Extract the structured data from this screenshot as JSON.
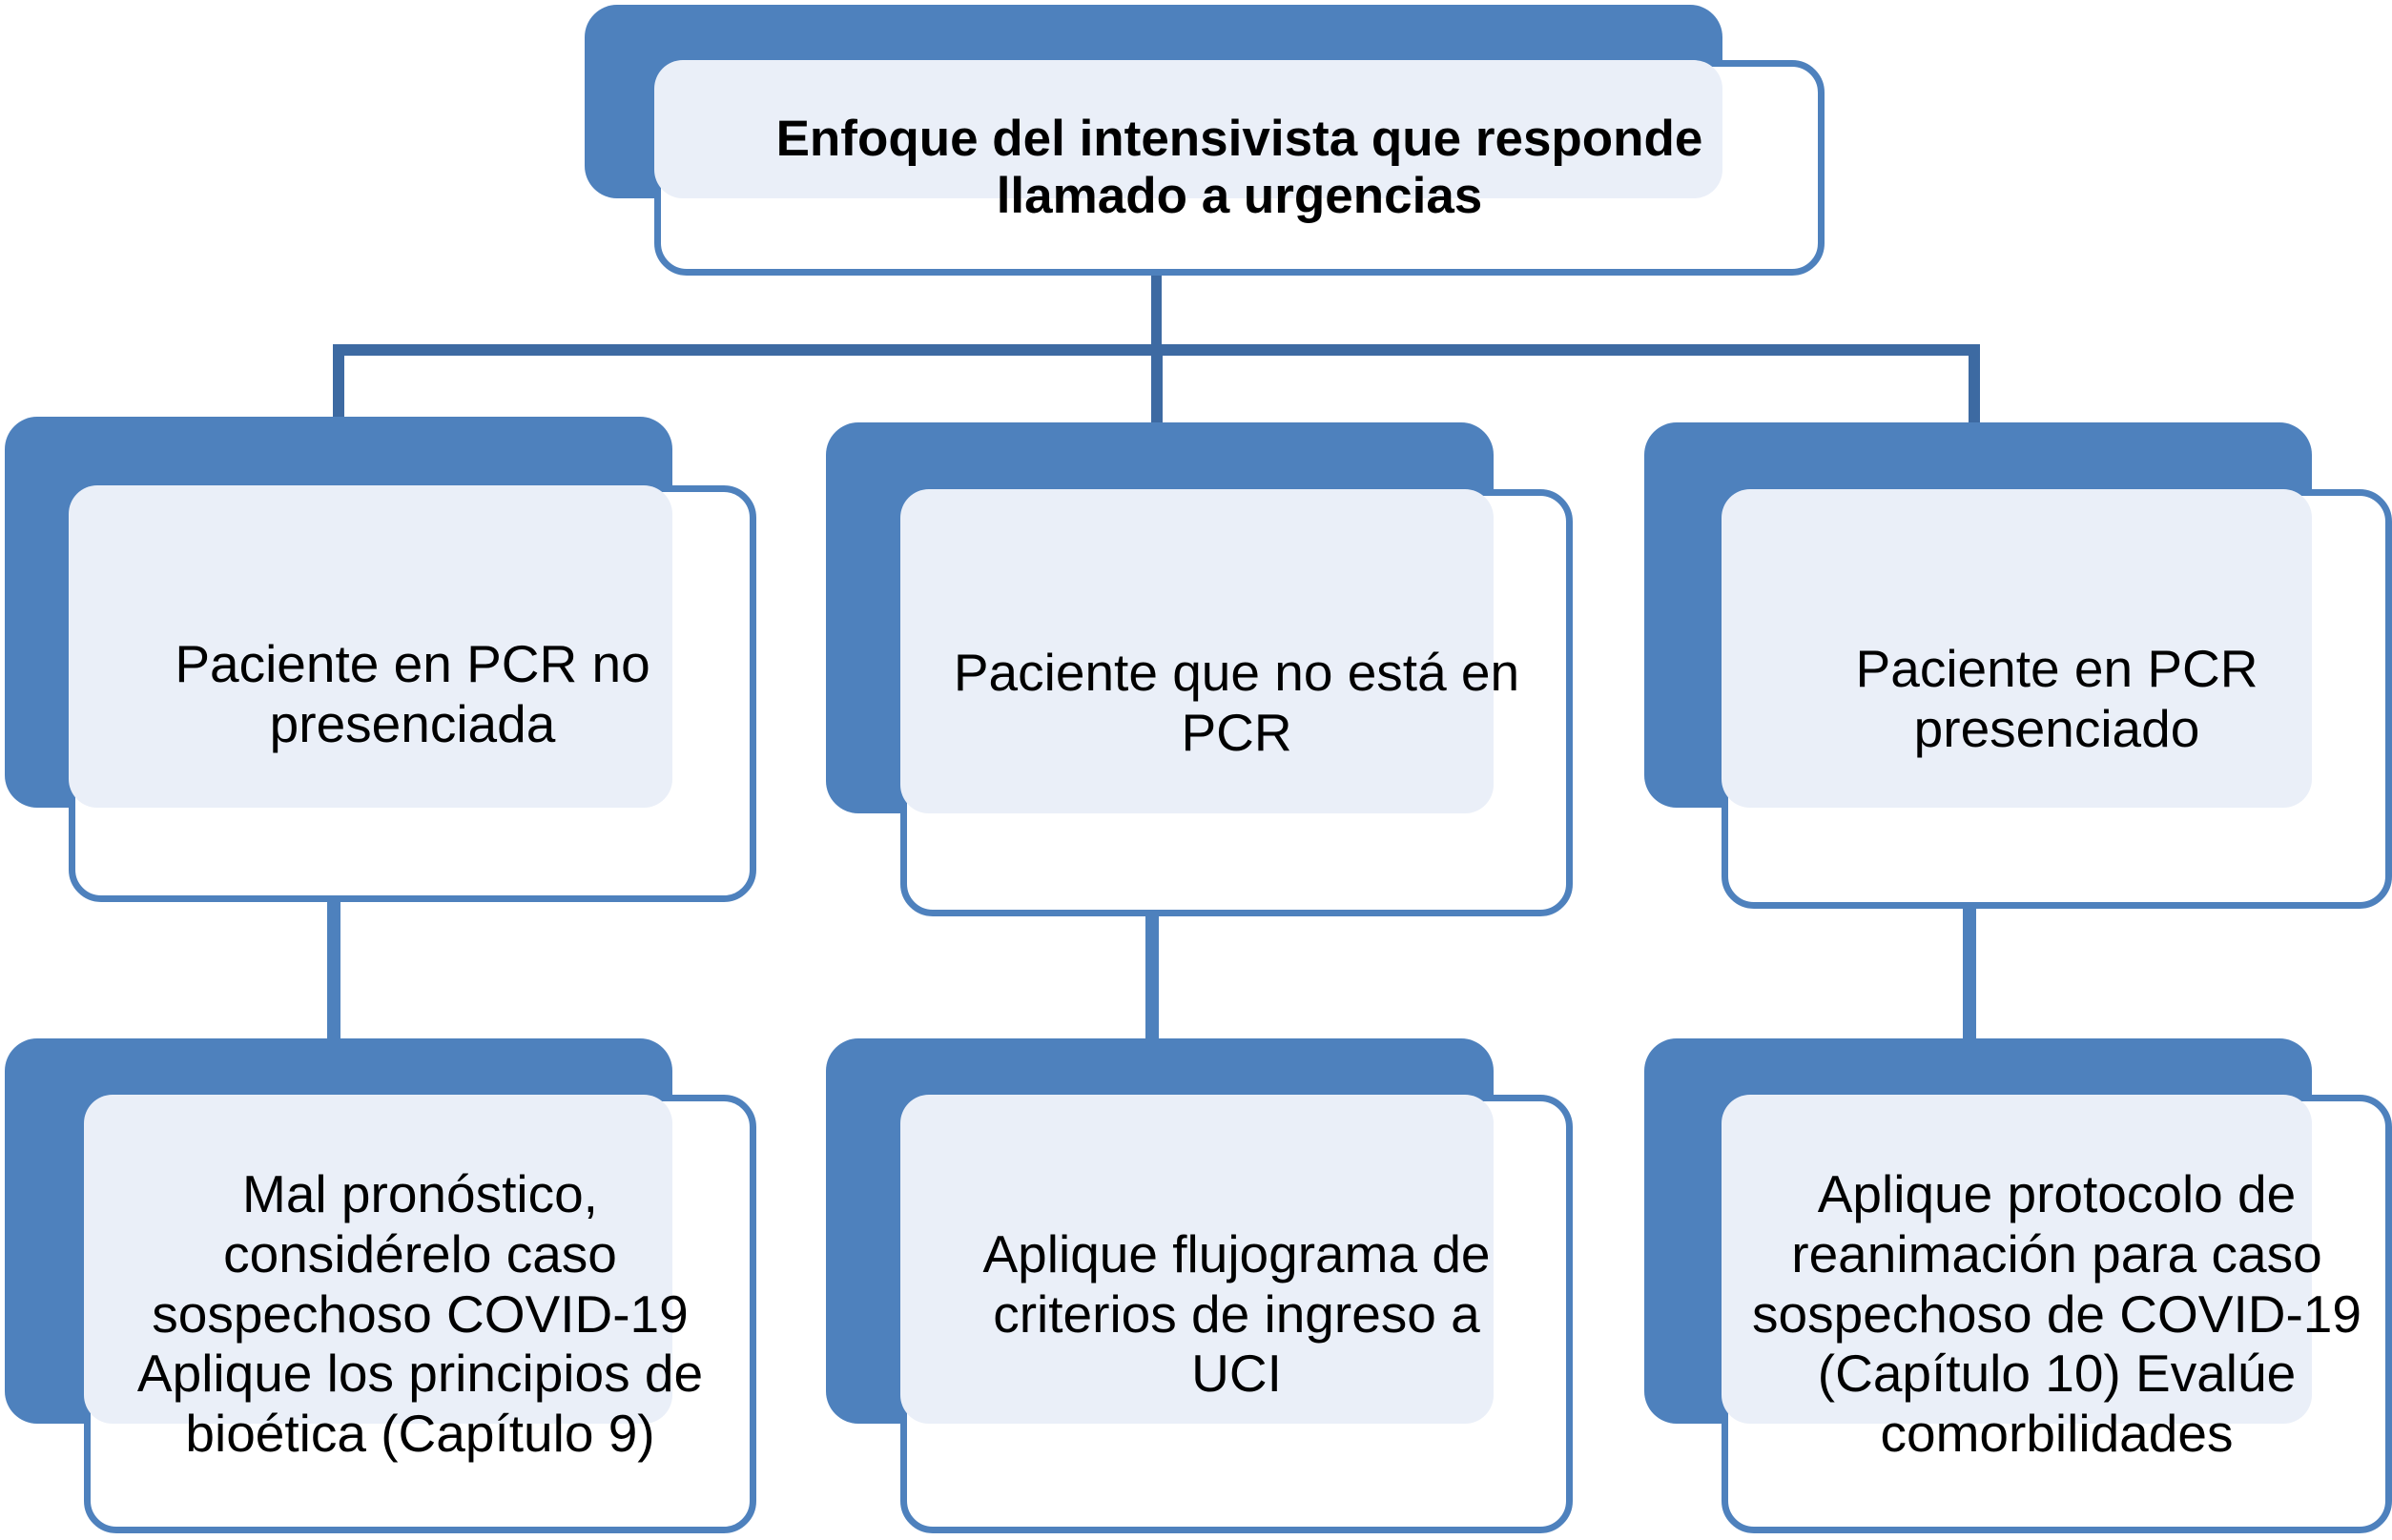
{
  "diagram": {
    "title_node": {
      "id": "root",
      "text": "Enfoque del intensivista que responde llamado a urgencias",
      "bold": true
    },
    "level2": [
      {
        "id": "branch-left",
        "text": "Paciente en PCR no presenciada"
      },
      {
        "id": "branch-center",
        "text": "Paciente que no está en PCR"
      },
      {
        "id": "branch-right",
        "text": "Paciente en PCR presenciado"
      }
    ],
    "level3": [
      {
        "id": "outcome-left",
        "text": "Mal pronóstico, considérelo caso sospechoso COVID-19 Aplique los principios de bioética (Capítulo 9)"
      },
      {
        "id": "outcome-center",
        "text": "Aplique flujograma de criterios de ingreso a UCI"
      },
      {
        "id": "outcome-right",
        "text": "Aplique protocolo de reanimación para caso sospechoso de COVID-19 (Capítulo 10) Evalúe comorbilidades"
      }
    ],
    "colors": {
      "node_blue": "#4E81BD",
      "connector_blue": "#4E81BD",
      "connector_dark_blue": "#3D6AA2",
      "inner_fill": "#EAEFF8",
      "card_background": "#FFFFFF",
      "text": "#000000",
      "page_background": "#FFFFFF"
    }
  }
}
